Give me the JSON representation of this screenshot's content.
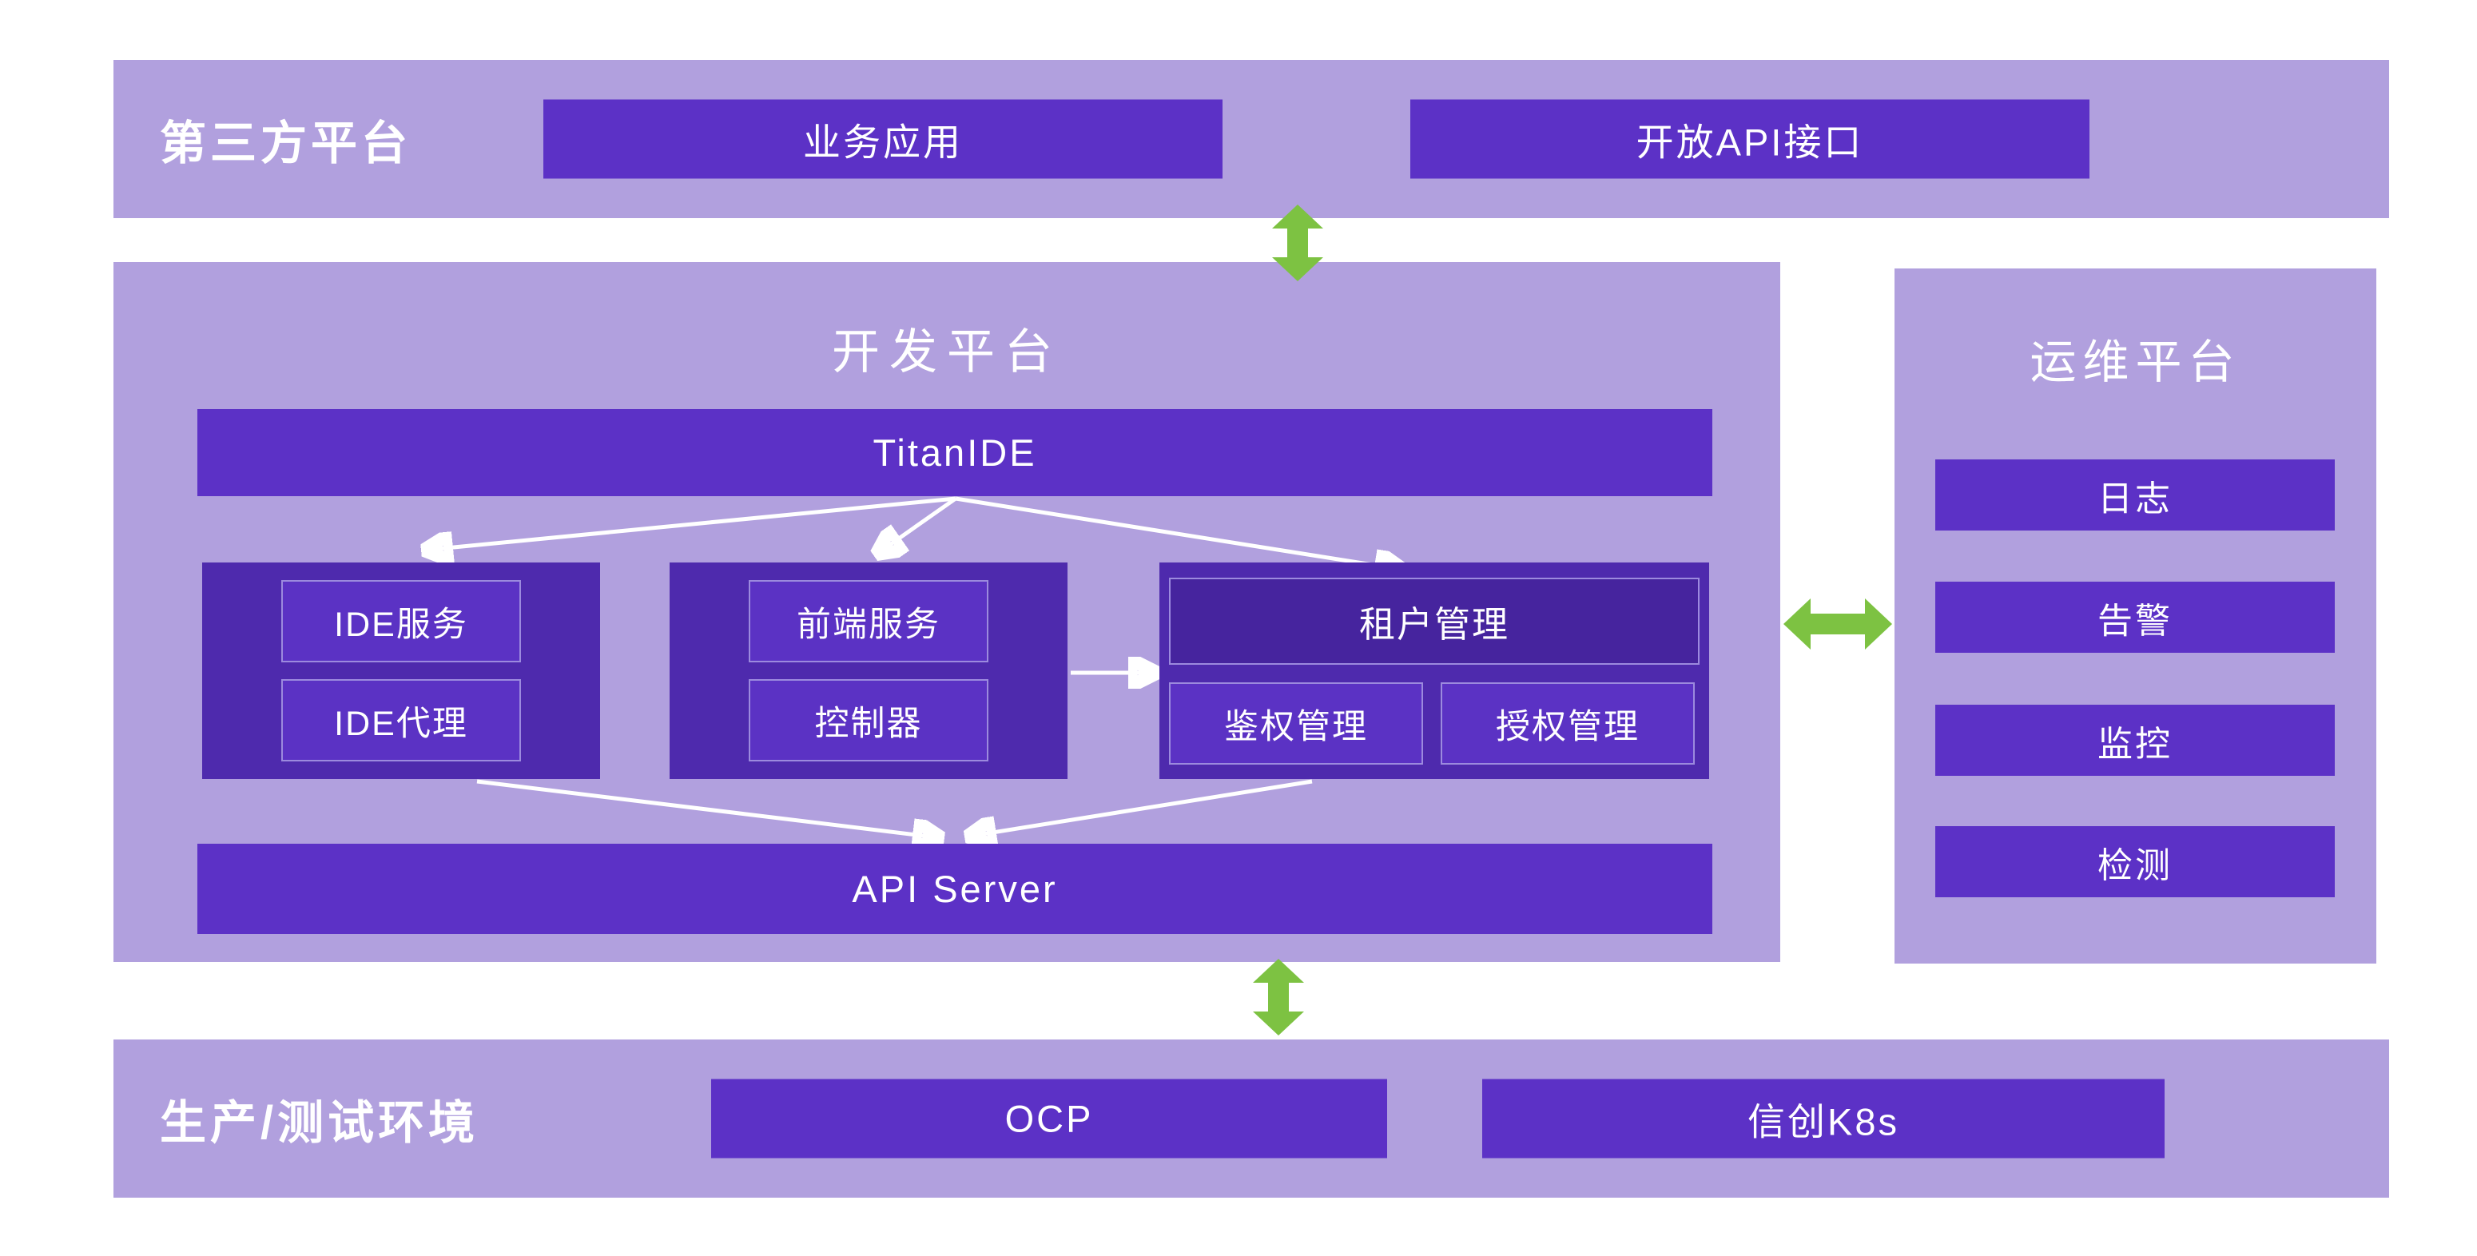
{
  "colors": {
    "page_bg": "#ffffff",
    "band_bg": "#b1a0de",
    "box_bg": "#5c31c6",
    "group_bg": "#4e2aad",
    "subbox_bg": "#5b32c4",
    "header_box_bg": "#46249e",
    "subbox_border": "#9c8ade",
    "green_arrow": "#7dc242",
    "text": "#ffffff"
  },
  "third_party_platform": {
    "title": "第三方平台",
    "boxes": [
      "业务应用",
      "开放API接口"
    ]
  },
  "dev_platform": {
    "title": "开发平台",
    "titan_ide": "TitanIDE",
    "api_server": "API Server",
    "ide_group": [
      "IDE服务",
      "IDE代理"
    ],
    "frontend_group": [
      "前端服务",
      "控制器"
    ],
    "tenant_group": {
      "header": "租户管理",
      "boxes": [
        "鉴权管理",
        "授权管理"
      ]
    }
  },
  "ops_platform": {
    "title": "运维平台",
    "items": [
      "日志",
      "告警",
      "监控",
      "检测"
    ]
  },
  "prod_env": {
    "title": "生产/测试环境",
    "boxes": [
      "OCP",
      "信创K8s"
    ]
  }
}
